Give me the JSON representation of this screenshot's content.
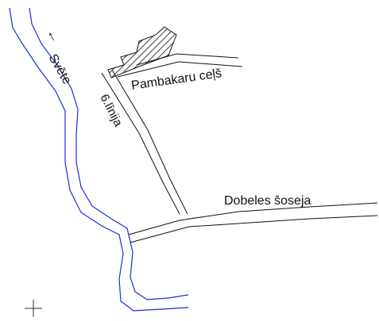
{
  "map": {
    "river_name": "Svēte",
    "river_flow_arrow": "←",
    "labels": {
      "road_linija": "6.līnija",
      "road_pambakaru": "Pambakaru ceļš",
      "road_dobeles": "Dobeles šoseja"
    },
    "colors": {
      "river": "#1a2fd6",
      "roads": "#111111",
      "background": "#ffffff"
    },
    "icons": {
      "building": "hatched-building-icon",
      "crosshair": "crosshair-icon"
    }
  }
}
